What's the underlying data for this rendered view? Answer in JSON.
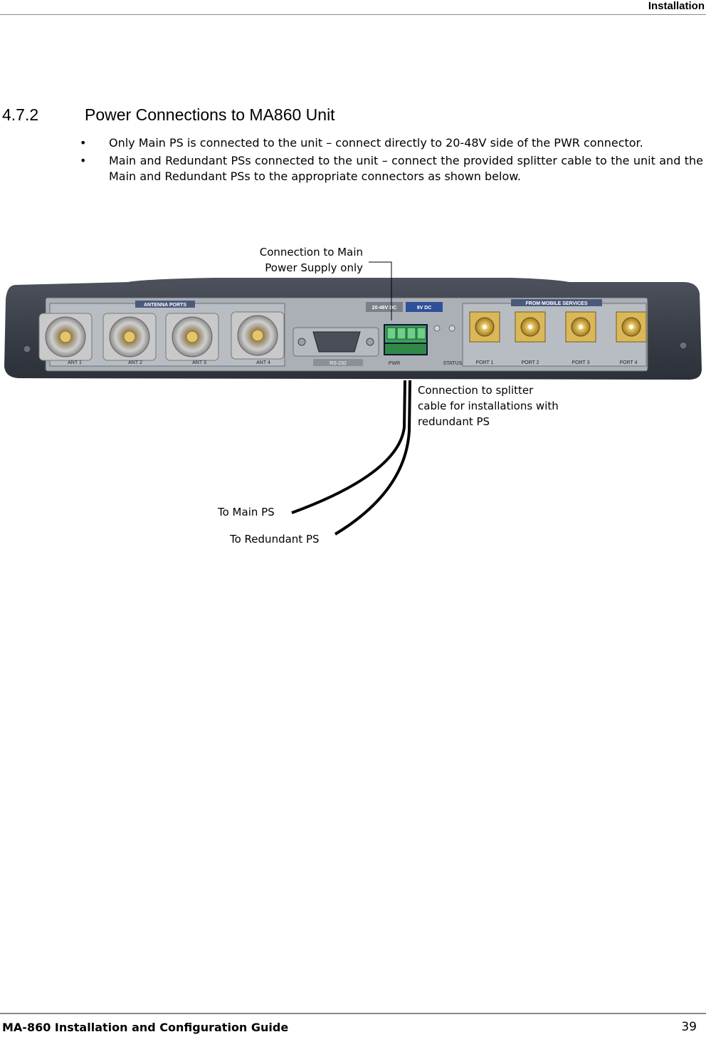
{
  "header": {
    "title": "Installation"
  },
  "section": {
    "number": "4.7.2",
    "title": "Power Connections to MA860 Unit"
  },
  "bullets": [
    {
      "text": "Only Main PS is connected to the unit – connect directly to 20-48V side of the PWR connector."
    },
    {
      "text": "Main and Redundant PSs connected to the unit – connect the provided splitter cable to the unit and the Main and Redundant PSs to the appropriate connectors as shown below."
    }
  ],
  "figure": {
    "callout_main_only": [
      "Connection to Main",
      "Power Supply only"
    ],
    "callout_splitter": [
      "Connection to splitter",
      "cable for installations with",
      "redundant PS"
    ],
    "label_main_ps": "To Main PS",
    "label_redundant_ps": "To Redundant PS",
    "panel_labels": {
      "antenna_ports": "ANTENNA PORTS",
      "ant": [
        "ANT 1",
        "ANT 2",
        "ANT 3",
        "ANT 4"
      ],
      "rs232": "RS-232",
      "voltage_main": "20-48V DC",
      "voltage_9v": "9V DC",
      "pwr": "PWR",
      "status": "STATUS",
      "from_mobile_services": "FROM MOBILE SERVICES",
      "ports": [
        "PORT 1",
        "PORT 2",
        "PORT 3",
        "PORT 4"
      ]
    }
  },
  "footer": {
    "title": "MA-860 Installation and Configuration Guide",
    "page": "39"
  }
}
